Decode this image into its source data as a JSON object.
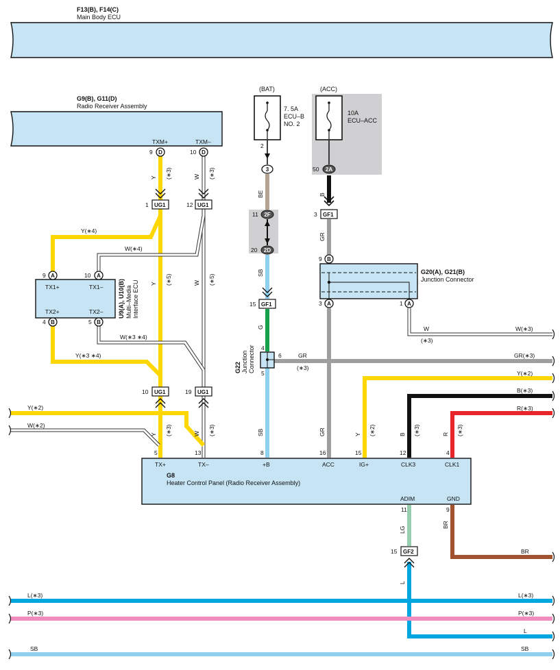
{
  "colors": {
    "Y": "#ffd700",
    "W": "#ffffff",
    "BE": "#b3a38f",
    "SB": "#8fcff0",
    "GR": "#9e9e9e",
    "B": "#111111",
    "R": "#e8262a",
    "G": "#15a04a",
    "LG": "#96ceaf",
    "BR": "#a35230",
    "L": "#00a6e0",
    "P": "#f08cbe",
    "component": "#c6e4f3",
    "grey_box": "#d0d0d2"
  },
  "main_body_ecu": {
    "code": "F13(B), F14(C)",
    "name": "Main Body ECU"
  },
  "radio_receiver": {
    "code": "G9(B), G11(D)",
    "name": "Radio Receiver Assembly",
    "pin_txm_plus": "TXM+",
    "pin_txm_minus": "TXM–",
    "pin9": "9",
    "pin10": "10",
    "conn": "D"
  },
  "fuse_bat": {
    "source": "(BAT)",
    "rating": "7. 5A",
    "name": "ECU–B",
    "name2": "NO. 2",
    "pin": "2"
  },
  "fuse_acc": {
    "source": "(ACC)",
    "rating": "10A",
    "name": "ECU–ACC"
  },
  "j_bat": {
    "conn3": "3",
    "pin11": "11",
    "conn2F": "2F",
    "pin20": "20",
    "conn2D": "2D"
  },
  "j_acc": {
    "pin50": "50",
    "conn2A": "2A"
  },
  "ug1": {
    "label": "UG1",
    "p1": "1",
    "p12": "12",
    "p10": "10",
    "p19": "19"
  },
  "gf1": {
    "label": "GF1",
    "p3": "3",
    "p15": "15"
  },
  "gf2": {
    "label": "GF2",
    "p15": "15"
  },
  "multimedia": {
    "code": "U9(A), U10(B)",
    "name1": "Multi–Media",
    "name2": "Interface ECU",
    "tx1p": "TX1+",
    "tx1m": "TX1–",
    "tx2p": "TX2+",
    "tx2m": "TX2–",
    "p9": "9",
    "p10": "10",
    "p4": "4",
    "p5": "5",
    "connA": "A",
    "connB": "B"
  },
  "junction": {
    "code": "G20(A), G21(B)",
    "name": "Junction Connector",
    "p9": "9",
    "p3": "3",
    "p1": "1",
    "connB": "B",
    "connA": "A"
  },
  "g22": {
    "code": "G22",
    "name1": "Junction",
    "name2": "Connector",
    "p4": "4",
    "p6": "6",
    "p5": "5"
  },
  "heater": {
    "code": "G8",
    "name": "Heater Control Panel (Radio Receiver Assembly)",
    "pins": {
      "txp": "TX+",
      "txm": "TX–",
      "b": "+B",
      "acc": "ACC",
      "ig": "IG+",
      "clk3": "CLK3",
      "clk1": "CLK1",
      "adim": "ADIM",
      "gnd": "GND"
    },
    "nums": {
      "p5": "5",
      "p13": "13",
      "p8": "8",
      "p16": "16",
      "p15": "15",
      "p12": "12",
      "p4": "4",
      "p11": "11",
      "p9": "9"
    }
  },
  "wires": {
    "Y": "Y",
    "W": "W",
    "BE": "BE",
    "SB": "SB",
    "GR": "GR",
    "B": "B",
    "R": "R",
    "G": "G",
    "LG": "LG",
    "BR": "BR",
    "L": "L",
    "star3": "(∗3)",
    "star2": "(∗2)",
    "star5": "(∗5)",
    "y_star4": "Y(∗4)",
    "w_star4": "W(∗4)",
    "w_star34": "W(∗3 ∗4)",
    "y_star34": "Y(∗3 ∗4)",
    "y_star2_left": "Y(∗2)",
    "w_star2_left": "W(∗2)",
    "w_star3_right": "W(∗3)",
    "gr_star3_right": "GR(∗3)",
    "y_star2_right": "Y(∗2)",
    "b_star3_right": "B(∗3)",
    "r_star3_right": "R(∗3)",
    "br_right": "BR",
    "l_star3_left": "L(∗3)",
    "l_star3_right": "L(∗3)",
    "p_star3_left": "P(∗3)",
    "p_star3_right": "P(∗3)",
    "l_right": "L",
    "sb_left": "SB",
    "sb_right": "SB"
  }
}
